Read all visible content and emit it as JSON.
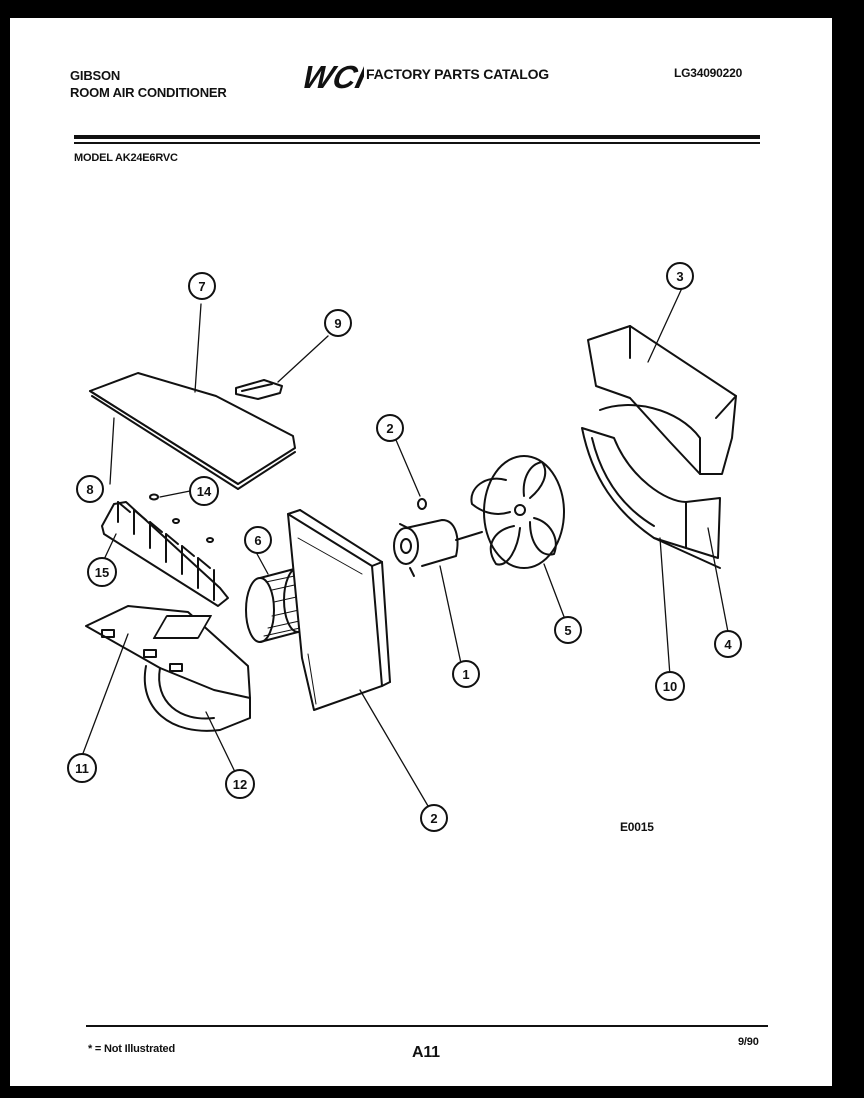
{
  "header": {
    "brand_line1": "GIBSON",
    "brand_line2": "ROOM AIR CONDITIONER",
    "logo_text": "WCI",
    "catalog_title": "FACTORY PARTS CATALOG",
    "catalog_number": "LG34090220",
    "model": "MODEL AK24E6RVC"
  },
  "callouts": [
    {
      "id": "callout-1",
      "label": "1"
    },
    {
      "id": "callout-2-screw",
      "label": "2"
    },
    {
      "id": "callout-2-housing",
      "label": "2"
    },
    {
      "id": "callout-3",
      "label": "3"
    },
    {
      "id": "callout-4",
      "label": "4"
    },
    {
      "id": "callout-5",
      "label": "5"
    },
    {
      "id": "callout-6",
      "label": "6"
    },
    {
      "id": "callout-7",
      "label": "7"
    },
    {
      "id": "callout-8",
      "label": "8"
    },
    {
      "id": "callout-9",
      "label": "9"
    },
    {
      "id": "callout-10",
      "label": "10"
    },
    {
      "id": "callout-11",
      "label": "11"
    },
    {
      "id": "callout-12",
      "label": "12"
    },
    {
      "id": "callout-14",
      "label": "14"
    },
    {
      "id": "callout-15",
      "label": "15"
    }
  ],
  "diagram_code": "E0015",
  "footer": {
    "footnote": "* = Not Illustrated",
    "page_number": "A11",
    "date_code": "9/90"
  },
  "colors": {
    "ink": "#111111",
    "paper": "#ffffff",
    "border": "#000000"
  }
}
